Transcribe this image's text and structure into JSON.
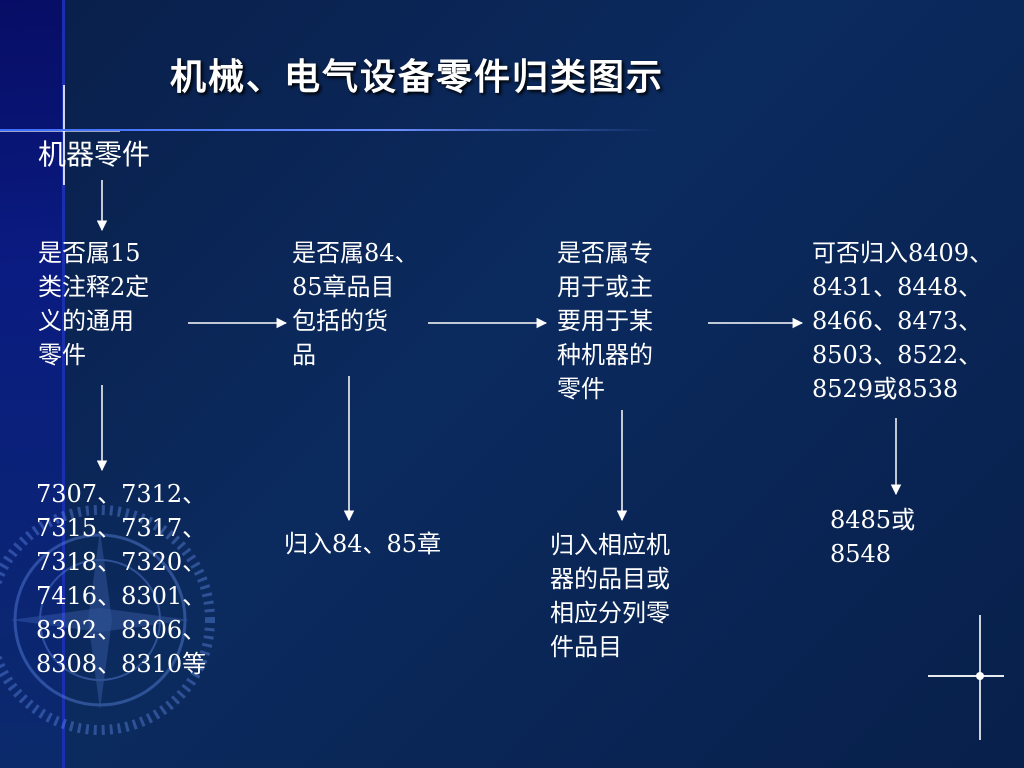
{
  "title": "机械、电气设备零件归类图示",
  "root": "机器零件",
  "questions": [
    {
      "lines": [
        "是否属15",
        "类注释2定",
        "义的通用",
        "零件"
      ]
    },
    {
      "lines": [
        "是否属84、",
        "85章品目",
        "包括的货",
        "品"
      ]
    },
    {
      "lines": [
        "是否属专",
        "用于或主",
        "要用于某",
        "种机器的",
        "零件"
      ]
    },
    {
      "lines": [
        "可否归入8409、",
        "8431、8448、",
        "8466、8473、",
        "8503、8522、",
        "8529或8538"
      ]
    }
  ],
  "results": [
    {
      "lines": [
        "7307、7312、",
        "7315、7317、",
        "7318、7320、",
        "7416、8301、",
        "8302、8306、",
        "8308、8310等"
      ]
    },
    {
      "lines": [
        "归入84、85章"
      ]
    },
    {
      "lines": [
        "归入相应机",
        "器的品目或",
        "相应分列零",
        "件品目"
      ]
    },
    {
      "lines": [
        "8485或",
        "8548"
      ]
    }
  ],
  "colors": {
    "background": "#0b2a5e",
    "text": "#ffffff",
    "arrow": "#ffffff",
    "accent": "#3b6dff"
  }
}
